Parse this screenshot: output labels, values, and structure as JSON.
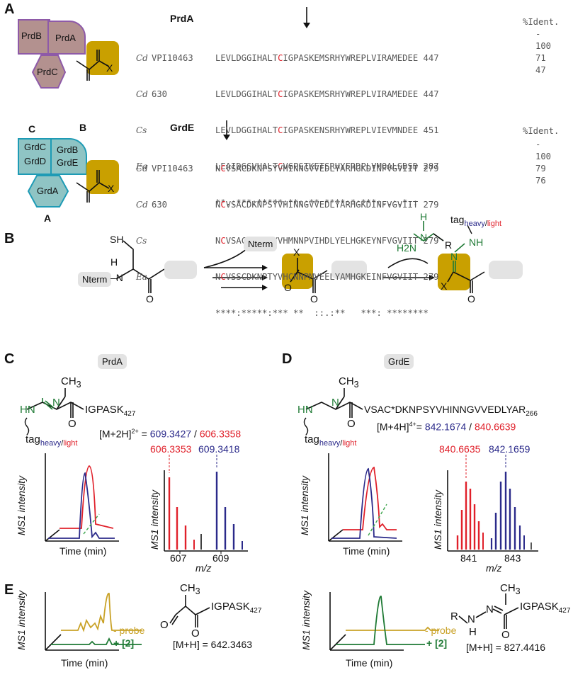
{
  "panels": {
    "A": "A",
    "B": "B",
    "C": "C",
    "D": "D",
    "E": "E"
  },
  "panelA": {
    "complex1": {
      "prdb": "PrdB",
      "prda": "PrdA",
      "prdc": "PrdC",
      "x": "X"
    },
    "complex2": {
      "grdc": "GrdC",
      "grdd": "GrdD",
      "grdb": "GrdB",
      "grde": "GrdE",
      "grda": "GrdA",
      "x": "X",
      "label_c": "C",
      "label_b": "B",
      "label_a": "A"
    },
    "prda": {
      "title": "PrdA",
      "ident_header": "%Ident.",
      "rows": [
        {
          "org": "Cd",
          "strain": "VPI10463",
          "pre": "LEVLDGGIHALT",
          "cys": "C",
          "post": "IGPASKEMSRHYWREPLVIRAMEDEE 447",
          "ident": "-"
        },
        {
          "org": "Cd",
          "strain": "630",
          "pre": "LEVLDGGIHALT",
          "cys": "C",
          "post": "IGPASKEMSRHYWREPLVIRAMEDEE 447",
          "ident": "100"
        },
        {
          "org": "Cs",
          "strain": "",
          "pre": "LEVLDGGIHALT",
          "cys": "C",
          "post": "IGPASKENSRHYWREPLVIEVMNDEE 451",
          "ident": "71"
        },
        {
          "org": "Ea",
          "strain": "",
          "pre": "LEAIDGGVHALT",
          "cys": "C",
          "post": "VGPSTKETSRHYFRDPLVMQALSDSD 287",
          "ident": "47"
        }
      ],
      "consensus": "**.:***:*****:**::** ****:*:***:..:.*.:"
    },
    "grde": {
      "title": "GrdE",
      "ident_header": "%Ident.",
      "rows": [
        {
          "org": "Cd",
          "strain": "VPI10463",
          "pre": "N",
          "cys": "C",
          "post": "VSACDKNPSYVHINNGVVEDLYARHGKDINFVGVIIT 279",
          "ident": "-"
        },
        {
          "org": "Cd",
          "strain": "630",
          "pre": "N",
          "cys": "C",
          "post": "VSACDKNPSYVHINNGVVEDLYARHGKDINFVGVIIT 279",
          "ident": "100"
        },
        {
          "org": "Cs",
          "strain": "",
          "pre": "N",
          "cys": "C",
          "post": "VSACDKNPTYVHMNNPVIHDLYELHGKEYNFVGVIIT 279",
          "ident": "79"
        },
        {
          "org": "Ea",
          "strain": "",
          "pre": "N",
          "cys": "C",
          "post": "VSSCDKNPTYVHCNNPMVEELYAMHGKEINFVGVIIT 279",
          "ident": "76"
        }
      ],
      "consensus": "****:*****:*** **  ::.:**   ***: ********"
    }
  },
  "panelB": {
    "nterm_released": "Nterm",
    "nterm_chain": "Nterm",
    "sh": "SH",
    "h": "H",
    "n": "N",
    "o": "O",
    "x1": "X",
    "o2": "O",
    "o3": "O",
    "reagent_h2n": "H2N",
    "reagent_n": "N",
    "reagent_h": "H",
    "reagent_r": "R",
    "tag": "tag",
    "heavy": "heavy",
    "slash": "/",
    "light": "light",
    "nh": "NH",
    "n2": "N",
    "x2": "X",
    "o4": "O"
  },
  "panelC": {
    "pill": "PrdA",
    "ch3": "CH",
    "ch3_sub": "3",
    "peptide": "IGPASK",
    "peptide_sub": "427",
    "hn": "HN",
    "n": "N",
    "o": "O",
    "tag": "tag",
    "heavy": "heavy",
    "slash": "/",
    "light": "light",
    "mass_label": "[M+2H]",
    "mass_sup": "2+",
    "mass_eq": " = ",
    "mass_heavy": "609.3427",
    "mass_sep": " / ",
    "mass_light": "606.3358",
    "peak_light": "606.3353",
    "peak_heavy": "609.3418",
    "ylabel": "MS1 intensity",
    "xlabel_time": "Time (min)",
    "xlabel_mz": "m/z",
    "tick1": "607",
    "tick2": "609"
  },
  "panelD": {
    "pill": "GrdE",
    "ch3": "CH",
    "ch3_sub": "3",
    "peptide": "VSAC*DKNPSYVHINNGVVEDLYAR",
    "peptide_sub": "266",
    "hn": "HN",
    "n": "N",
    "o": "O",
    "tag": "tag",
    "heavy": "heavy",
    "slash": "/",
    "light": "light",
    "mass_label": "[M+4H]",
    "mass_sup": "4+",
    "mass_eq": "= ",
    "mass_heavy": "842.1674",
    "mass_sep": " / ",
    "mass_light": "840.6639",
    "peak_light": "840.6635",
    "peak_heavy": "842.1659",
    "ylabel": "MS1 intensity",
    "xlabel_time": "Time (min)",
    "xlabel_mz": "m/z",
    "tick1": "841",
    "tick2": "843"
  },
  "panelE": {
    "left": {
      "ylabel": "MS1 intensity",
      "xlabel": "Time (min)",
      "probe_minus": "- probe",
      "probe_plus": "+ ",
      "probe_ref": "[2]",
      "ch3": "CH",
      "ch3_sub": "3",
      "o1": "O",
      "o2": "O",
      "peptide": "IGPASK",
      "peptide_sub": "427",
      "mass": "[M+H] = 642.3463"
    },
    "right": {
      "ylabel": "MS1 intensity",
      "xlabel": "Time (min)",
      "probe_minus": "- probe",
      "probe_plus": "+ ",
      "probe_ref": "[2]",
      "ch3": "CH",
      "ch3_sub": "3",
      "r": "R",
      "n1": "N",
      "n2": "N",
      "h": "H",
      "o": "O",
      "peptide": "IGPASK",
      "peptide_sub": "427",
      "mass": "[M+H] = 827.4416"
    }
  },
  "colors": {
    "heavy": "#2b2a8a",
    "light": "#e0202a",
    "green": "#1f7a35",
    "gold": "#c9a227",
    "prd_fill": "#b3918f",
    "prd_edge": "#8e5aa8",
    "grd_fill": "#8fc4c4",
    "grd_edge": "#1e9bb5",
    "pill": "#e3e3e3",
    "gold_box": "#c9a000"
  }
}
